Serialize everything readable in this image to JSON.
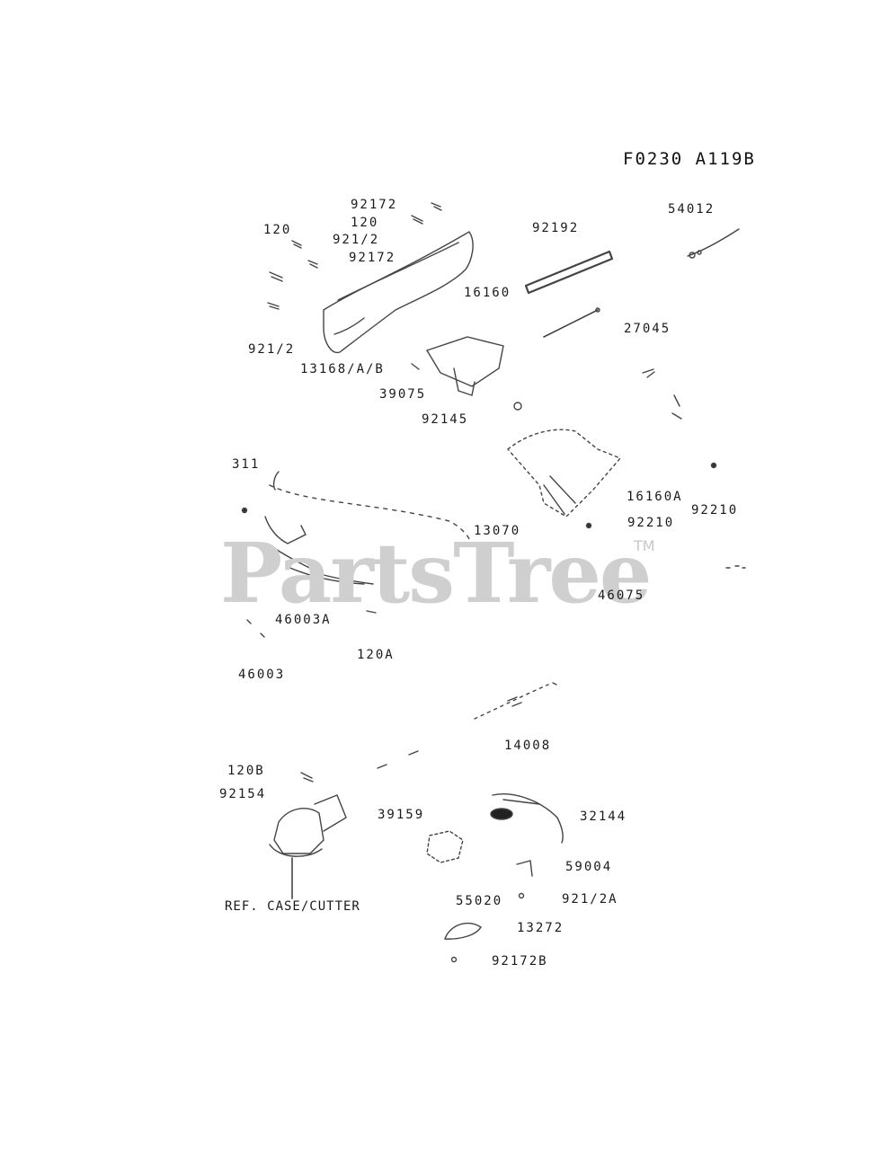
{
  "diagram": {
    "code": "F0230 A119B",
    "watermark": "PartsTree",
    "trademark": "TM",
    "ref_label": "REF. CASE/CUTTER",
    "labels": {
      "p92172_top": "92172",
      "p120_a": "120",
      "p120_b": "120",
      "p92172_mid": "921/2",
      "p92172_low": "92172",
      "p92192": "92192",
      "p54012": "54012",
      "p16160": "16160",
      "p27045": "27045",
      "p92172_left": "921/2",
      "p13168": "13168/A/B",
      "p39075": "39075",
      "p92145": "92145",
      "p311": "311",
      "p16160A": "16160A",
      "p92210_a": "92210",
      "p92210_b": "92210",
      "p13070": "13070",
      "p46075": "46075",
      "p46003A": "46003A",
      "p120A": "120A",
      "p46003": "46003",
      "p14008": "14008",
      "p120B": "120B",
      "p92154": "92154",
      "p39159": "39159",
      "p32144": "32144",
      "p59004": "59004",
      "p55020": "55020",
      "p92172A": "921/2A",
      "p13272": "13272",
      "p92172B": "92172B"
    }
  }
}
